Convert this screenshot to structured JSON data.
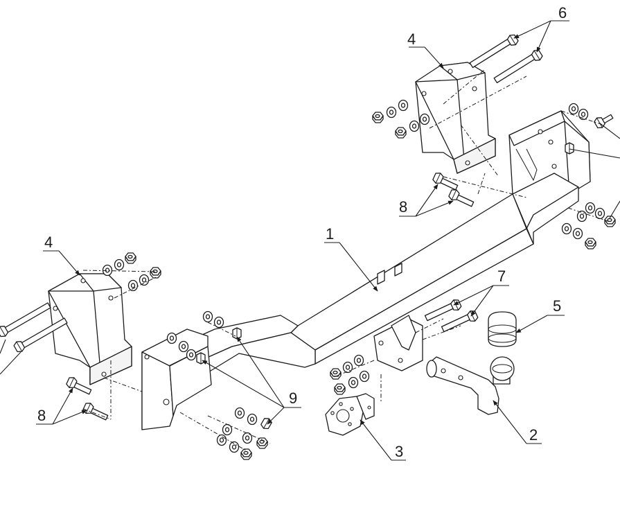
{
  "diagram": {
    "callouts": [
      {
        "id": "1",
        "label": "1"
      },
      {
        "id": "2",
        "label": "2"
      },
      {
        "id": "3",
        "label": "3"
      },
      {
        "id": "4a",
        "label": "4"
      },
      {
        "id": "4b",
        "label": "4"
      },
      {
        "id": "5",
        "label": "5"
      },
      {
        "id": "6",
        "label": "6"
      },
      {
        "id": "7",
        "label": "7"
      },
      {
        "id": "8a",
        "label": "8"
      },
      {
        "id": "8b",
        "label": "8"
      },
      {
        "id": "9",
        "label": "9"
      }
    ]
  }
}
